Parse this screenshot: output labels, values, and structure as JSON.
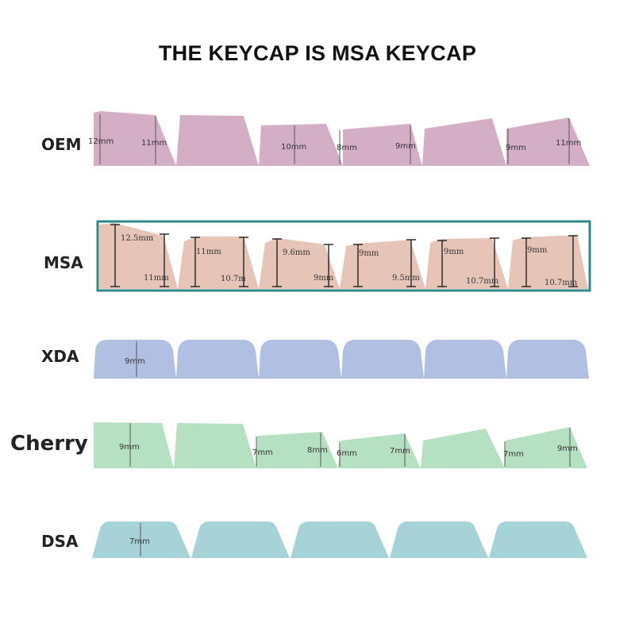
{
  "title": "THE KEYCAP IS MSA KEYCAP",
  "colors": {
    "oem": "#d4aec4",
    "msa": "#e7c4b8",
    "msa_border": "#2f8a85",
    "xda": "#b1bfe3",
    "cherry": "#b6e0c2",
    "dsa": "#a5d3d8"
  },
  "rows": [
    {
      "key": "oem",
      "label": "OEM",
      "dims": [
        "12mm",
        "11mm",
        "10mm",
        "8mm",
        "9mm",
        "9mm",
        "11mm"
      ]
    },
    {
      "key": "msa",
      "label": "MSA",
      "dims": [
        "12.5mm",
        "11mm",
        "11mm",
        "10.7m",
        "9.6mm",
        "9mm",
        "9mm",
        "9.5mm",
        "9mm",
        "10.7mm",
        "9mm",
        "10.7mm"
      ]
    },
    {
      "key": "xda",
      "label": "XDA",
      "dims": [
        "9mm"
      ]
    },
    {
      "key": "cherry",
      "label": "Cherry",
      "dims": [
        "9mm",
        "7mm",
        "8mm",
        "6mm",
        "7mm",
        "7mm",
        "9mm"
      ]
    },
    {
      "key": "dsa",
      "label": "DSA",
      "dims": [
        "7mm"
      ]
    }
  ]
}
